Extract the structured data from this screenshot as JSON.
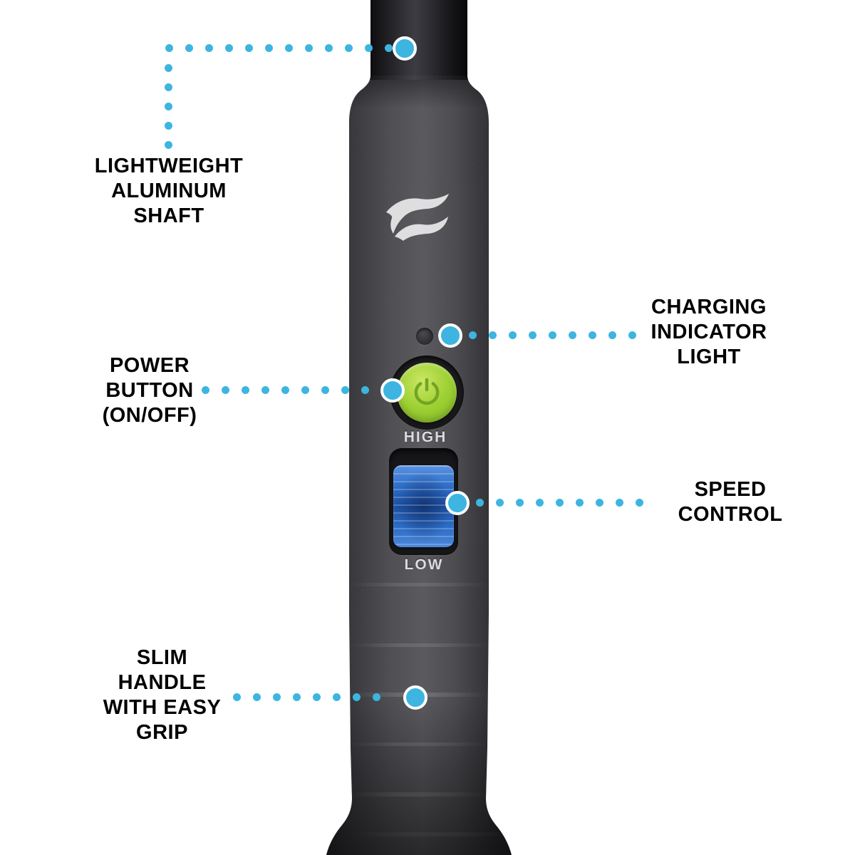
{
  "colors": {
    "accent": "#3db5e0",
    "power_green": "#9ed133",
    "slider_blue": "#2e6ec8",
    "label_text": "#000000",
    "device_text": "#dcdcde"
  },
  "device": {
    "speed_high_label": "HIGH",
    "speed_low_label": "LOW"
  },
  "callouts": {
    "shaft": {
      "lines": [
        "LIGHTWEIGHT",
        "ALUMINUM",
        "SHAFT"
      ]
    },
    "charging": {
      "lines": [
        "CHARGING",
        "INDICATOR",
        "LIGHT"
      ]
    },
    "power": {
      "lines": [
        "POWER",
        "BUTTON",
        "(ON/OFF)"
      ]
    },
    "speed": {
      "lines": [
        "SPEED",
        "CONTROL"
      ]
    },
    "grip": {
      "lines": [
        "SLIM",
        "HANDLE",
        "WITH EASY",
        "GRIP"
      ]
    }
  }
}
